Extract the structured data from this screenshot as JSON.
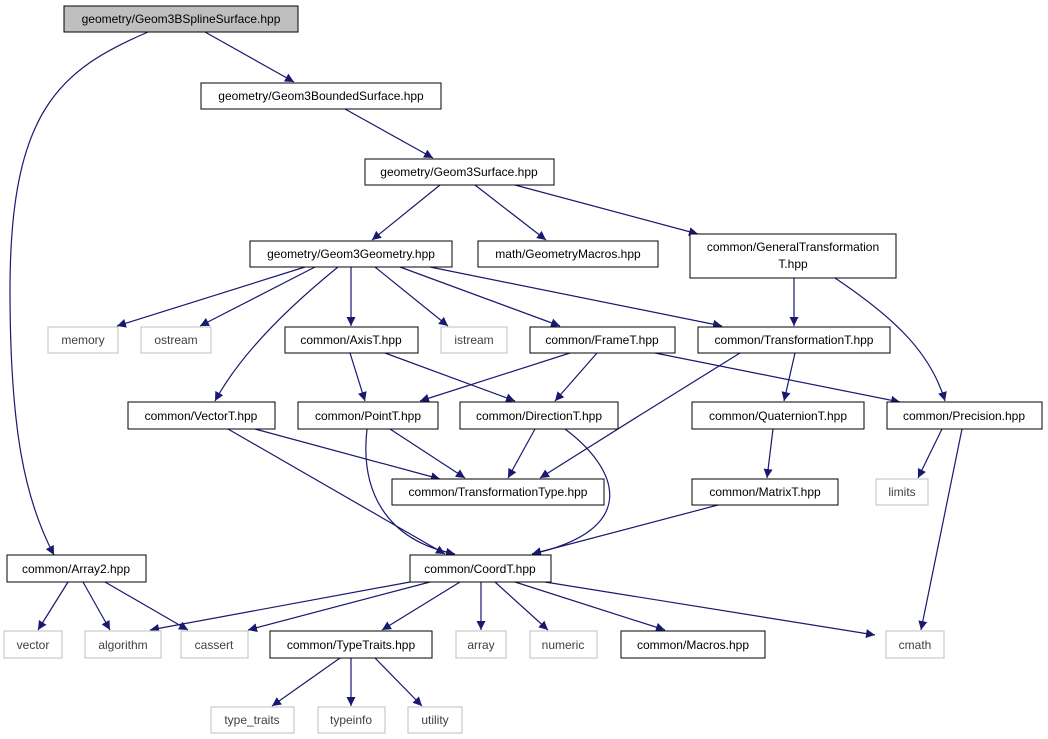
{
  "colors": {
    "edge": "#191970",
    "node_border": "#000000",
    "external_border": "#bfbfbf",
    "external_text": "#404040",
    "root_fill": "#bfbfbf"
  },
  "nodes": {
    "geom3bspline": "geometry/Geom3BSplineSurface.hpp",
    "geom3bounded": "geometry/Geom3BoundedSurface.hpp",
    "geom3surface": "geometry/Geom3Surface.hpp",
    "geom3geometry": "geometry/Geom3Geometry.hpp",
    "geometrymacros": "math/GeometryMacros.hpp",
    "generaltransformation_l1": "common/GeneralTransformation",
    "generaltransformation_l2": "T.hpp",
    "memory": "memory",
    "ostream": "ostream",
    "axist": "common/AxisT.hpp",
    "istream": "istream",
    "framet": "common/FrameT.hpp",
    "transformationt": "common/TransformationT.hpp",
    "vectort": "common/VectorT.hpp",
    "pointt": "common/PointT.hpp",
    "directiont": "common/DirectionT.hpp",
    "quaternion": "common/QuaternionT.hpp",
    "precision": "common/Precision.hpp",
    "transformationtype": "common/TransformationType.hpp",
    "limits": "limits",
    "matrixt": "common/MatrixT.hpp",
    "array2": "common/Array2.hpp",
    "coordt": "common/CoordT.hpp",
    "vector": "vector",
    "algorithm": "algorithm",
    "cassert": "cassert",
    "typetraits": "common/TypeTraits.hpp",
    "array": "array",
    "numeric": "numeric",
    "macros": "common/Macros.hpp",
    "cmath": "cmath",
    "type_traits": "type_traits",
    "typeinfo": "typeinfo",
    "utility": "utility"
  }
}
